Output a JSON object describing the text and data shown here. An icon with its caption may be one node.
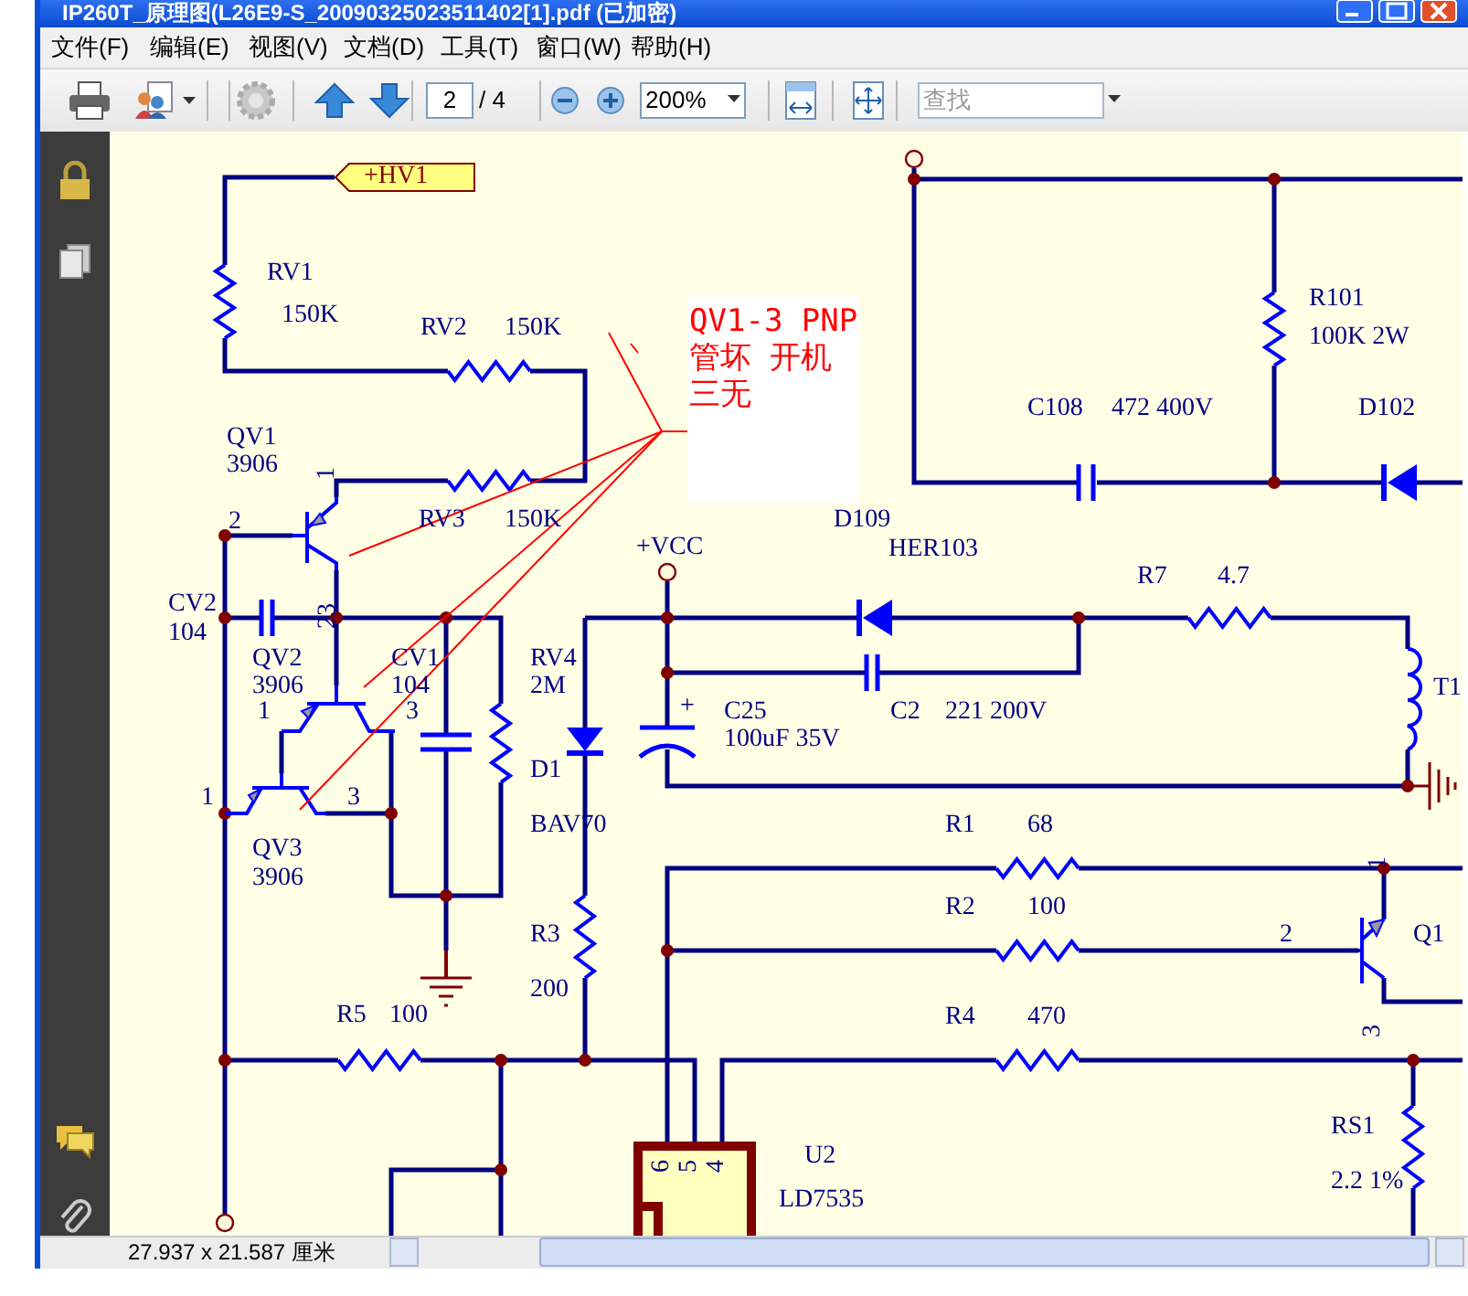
{
  "diagram": {
    "title": "IP260T_原理图(L26E9-S_20090325023511402[1].pdf (已加密)",
    "nodes": [
      {
        "text": [
          "+HV1"
        ]
      },
      {
        "text": [
          "QV1-3 PNP管坏 开机三无"
        ]
      }
    ],
    "edges": [
      {
        "from": 1,
        "to": null,
        "arrow": "none",
        "color": "#ff0000"
      },
      {
        "from": 1,
        "to": null,
        "arrow": "none",
        "color": "#ff0000"
      },
      {
        "from": 1,
        "to": null,
        "arrow": "none",
        "color": "#ff0000"
      }
    ],
    "labels": [
      "文件(F)",
      "编辑(E)",
      "视图(V)",
      "文档(D)",
      "工具(T)",
      "窗口(W)",
      "帮助(H)",
      "2",
      "/ 4",
      "200%",
      "查找",
      "RV1",
      "R101",
      "150K",
      "RV2",
      "150K",
      "100K 2W",
      "C108",
      "472 400V",
      "D102",
      "QV1",
      "3906",
      "1",
      "2",
      "RV3",
      "150K",
      "D109",
      "+VCC",
      "HER103",
      "R7",
      "4.7",
      "CV2",
      "104",
      "23",
      "QV2",
      "3906",
      "CV1",
      "104",
      "RV4",
      "2M",
      "T1",
      "1",
      "3",
      "+",
      "C25",
      "C2",
      "221 200V",
      "100uF 35V",
      "D1",
      "1",
      "3",
      "BAV70",
      "R1",
      "68",
      "QV3",
      "3906",
      "1",
      "R2",
      "100",
      "R3",
      "2",
      "Q1",
      "200",
      "R5",
      "100",
      "R4",
      "470",
      "3",
      "RS1",
      "U2",
      "6",
      "5",
      "4",
      "2.2 1%",
      "LD7535",
      "27.937 x 21.587 厘米"
    ]
  }
}
